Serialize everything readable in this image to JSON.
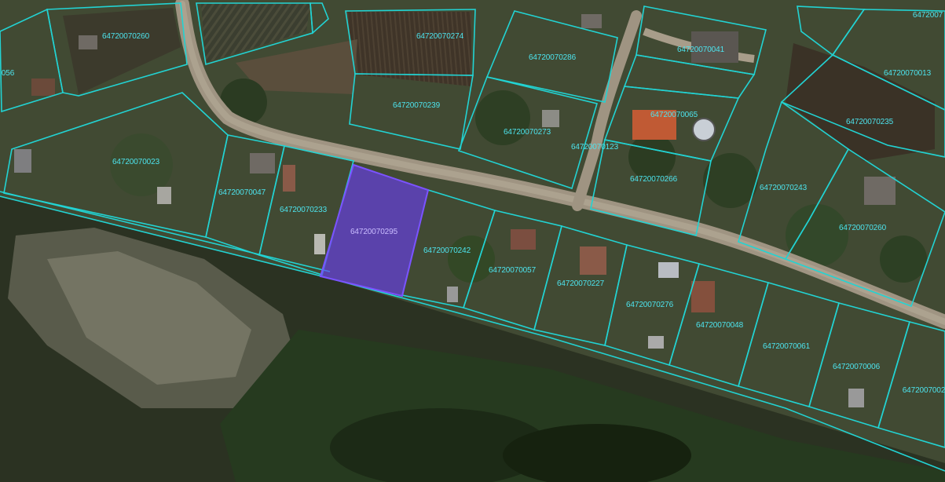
{
  "map": {
    "boundary_color": "#22d3d3",
    "label_color": "#4de4ee",
    "selected_fill": "#6a3df5",
    "selected_stroke": "#7b52ff",
    "selected_label_color": "#c9bcff",
    "selected_parcel": "64720070295",
    "labels": {
      "p056": "056",
      "p260a": "64720070260",
      "p274": "64720070274",
      "p286": "64720070286",
      "p041": "64720070041",
      "p07edge": "6472007",
      "p013": "64720070013",
      "p239": "64720070239",
      "p065": "64720070065",
      "p235": "64720070235",
      "p273": "64720070273",
      "p123": "64720070123",
      "p023": "64720070023",
      "p047": "64720070047",
      "p233": "64720070233",
      "p295": "64720070295",
      "p266": "64720070266",
      "p243": "64720070243",
      "p260b": "64720070260",
      "p242": "64720070242",
      "p057": "64720070057",
      "p227": "64720070227",
      "p276": "64720070276",
      "p048": "64720070048",
      "p061": "64720070061",
      "p006": "64720070006",
      "p02edge": "6472007002"
    }
  }
}
